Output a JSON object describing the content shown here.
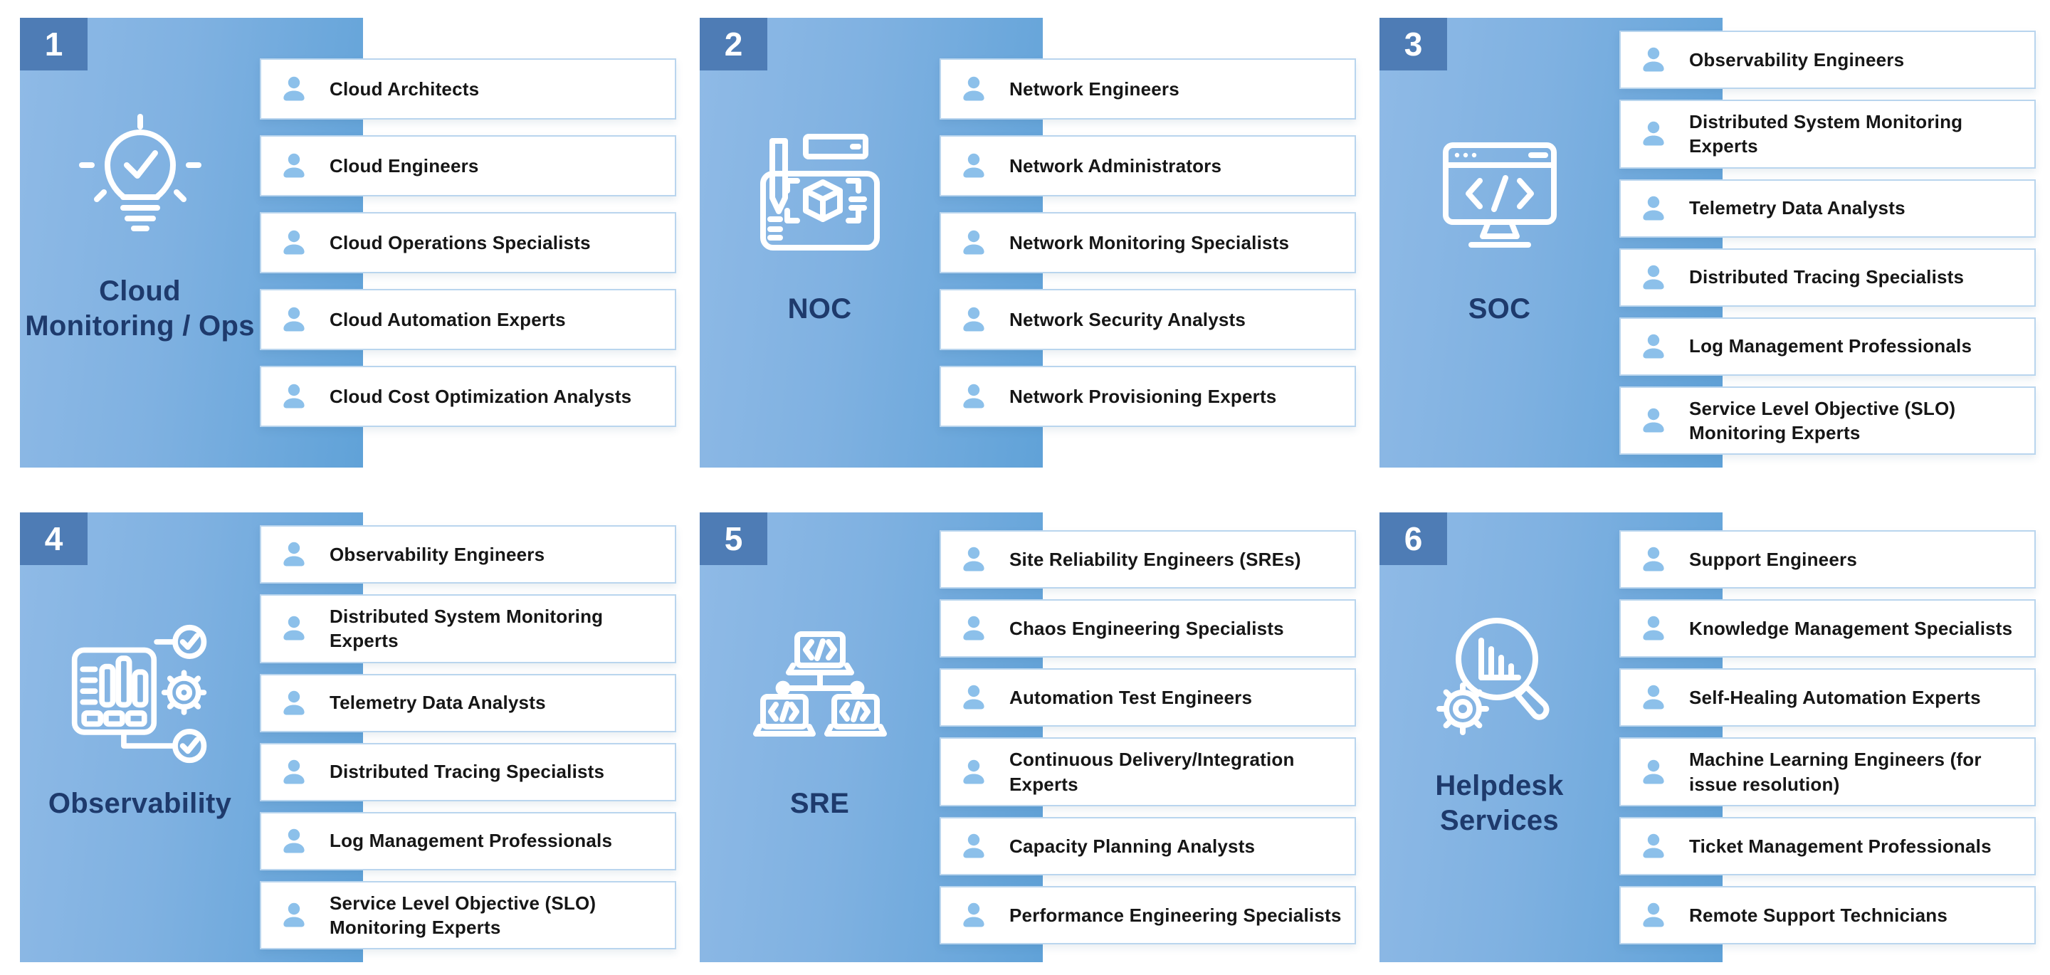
{
  "board": {
    "colors": {
      "badge": "#4E7CB5",
      "panel_start": "#8FBAE6",
      "panel_end": "#60A2D8",
      "title": "#1E3A6C",
      "role_text": "#161616",
      "person_icon": "#8CC0EA",
      "box_border": "#B9D5EE"
    },
    "cards": [
      {
        "number": "1",
        "title": "Cloud\nMonitoring / Ops",
        "icon": "lightbulb-check-icon",
        "roles": [
          "Cloud Architects",
          "Cloud Engineers",
          "Cloud Operations Specialists",
          "Cloud Automation Experts",
          "Cloud Cost Optimization Analysts"
        ]
      },
      {
        "number": "2",
        "title": "NOC",
        "icon": "design-board-icon",
        "roles": [
          "Network Engineers",
          "Network Administrators",
          "Network Monitoring Specialists",
          "Network Security Analysts",
          "Network Provisioning Experts"
        ]
      },
      {
        "number": "3",
        "title": "SOC",
        "icon": "code-monitor-icon",
        "roles": [
          "Observability Engineers",
          "Distributed System Monitoring Experts",
          "Telemetry Data Analysts",
          "Distributed Tracing Specialists",
          "Log Management Professionals",
          "Service Level Objective (SLO) Monitoring Experts"
        ]
      },
      {
        "number": "4",
        "title": "Observability",
        "icon": "dashboard-gear-icon",
        "roles": [
          "Observability Engineers",
          "Distributed System Monitoring Experts",
          "Telemetry Data Analysts",
          "Distributed Tracing Specialists",
          "Log Management Professionals",
          "Service Level Objective (SLO) Monitoring Experts"
        ]
      },
      {
        "number": "5",
        "title": "SRE",
        "icon": "laptops-network-icon",
        "roles": [
          "Site Reliability Engineers (SREs)",
          "Chaos Engineering Specialists",
          "Automation Test Engineers",
          "Continuous Delivery/Integration Experts",
          "Capacity Planning Analysts",
          "Performance Engineering Specialists"
        ]
      },
      {
        "number": "6",
        "title": "Helpdesk\nServices",
        "icon": "magnifier-chart-gear-icon",
        "roles": [
          "Support Engineers",
          "Knowledge Management Specialists",
          "Self-Healing Automation Experts",
          "Machine Learning Engineers (for issue resolution)",
          "Ticket Management Professionals",
          "Remote Support Technicians"
        ]
      }
    ]
  }
}
